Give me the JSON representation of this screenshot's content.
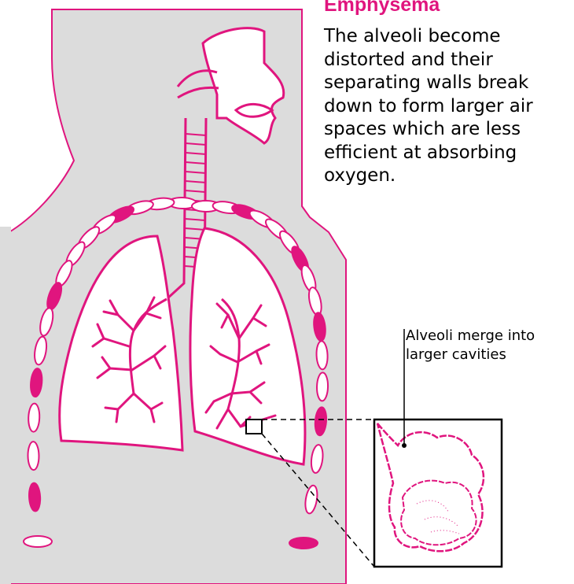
{
  "heading": "Emphysema",
  "description_lines": [
    "The alveoli become",
    "distorted and their",
    "separating walls break",
    "down to form larger air",
    "spaces which are less",
    "efficient at absorbing",
    "oxygen."
  ],
  "callout_lines": [
    "Alveoli merge into",
    "larger cavities"
  ],
  "colors": {
    "accent": "#e0157e",
    "body_fill": "#dcdcdc",
    "line": "#e0157e",
    "text": "#000000",
    "background": "#ffffff"
  }
}
